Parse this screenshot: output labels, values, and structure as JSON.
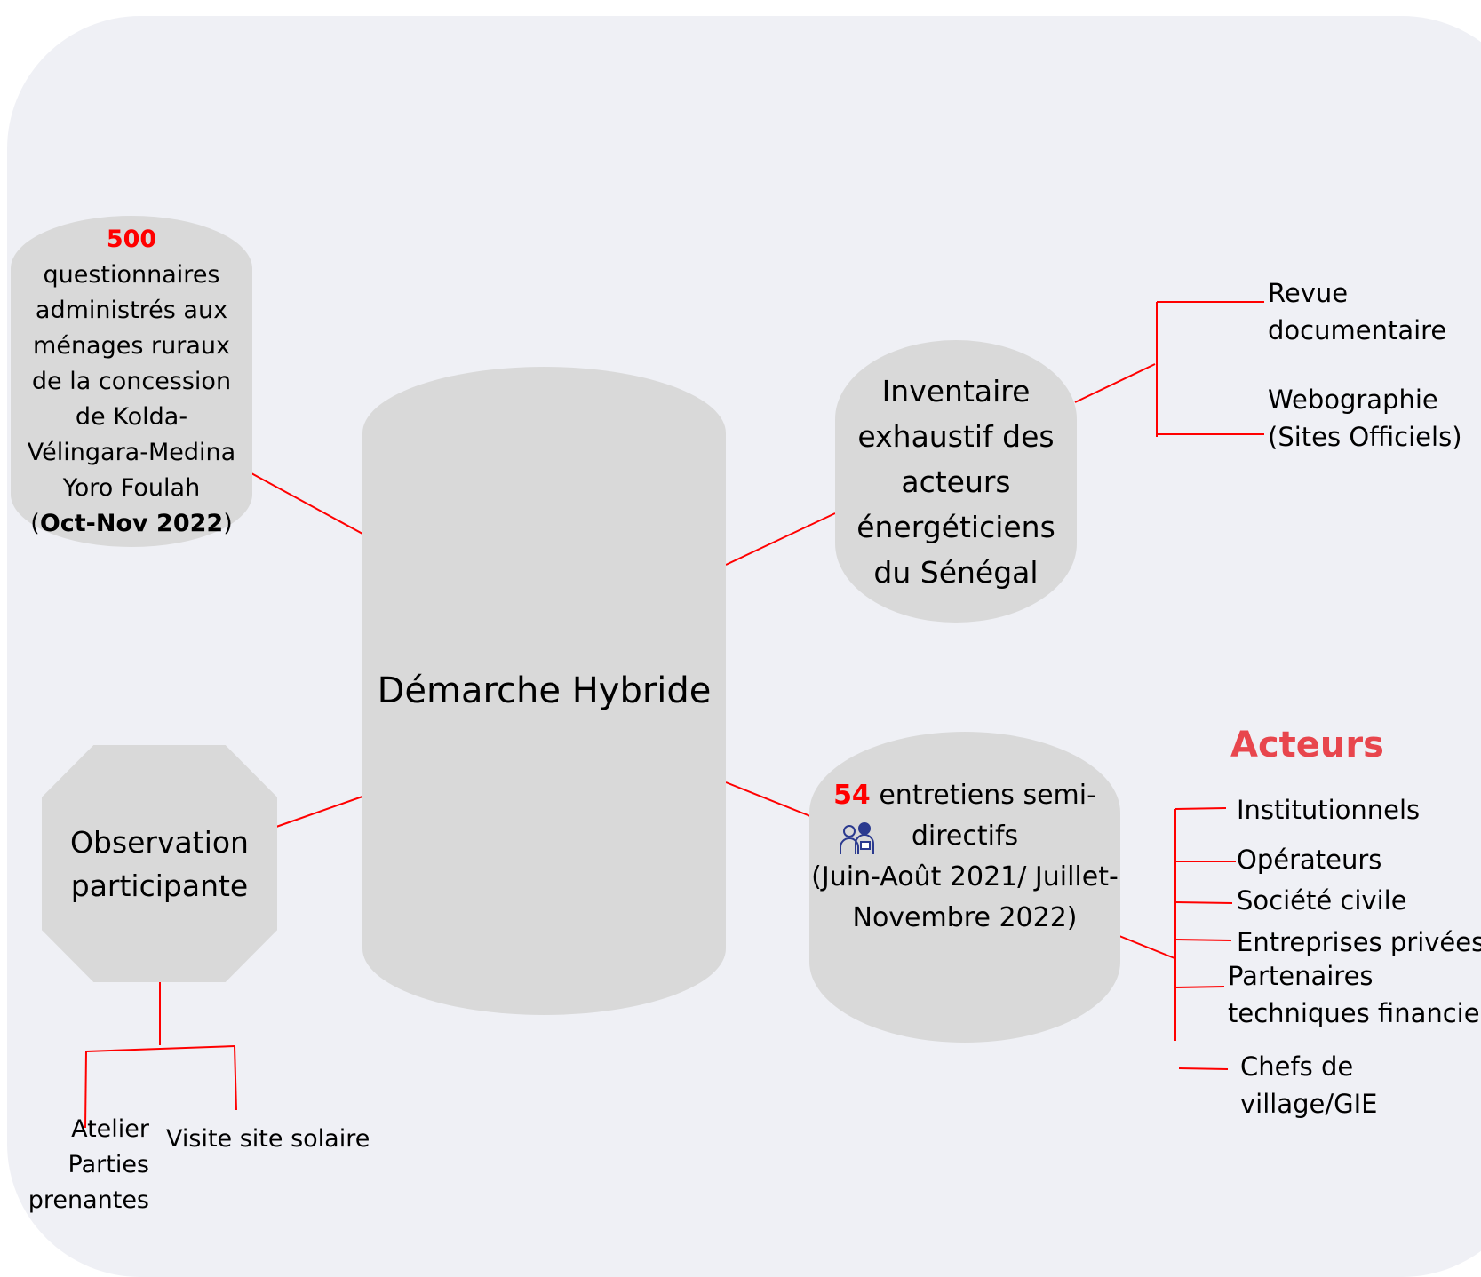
{
  "center": {
    "label": "Démarche Hybride"
  },
  "questionnaires": {
    "count": "500",
    "line1": "questionnaires",
    "line2": "administrés  aux",
    "line3": "ménages ruraux",
    "line4": "de la concession",
    "line5": "de Kolda-",
    "line6": "Vélingara-Medina",
    "line7": "Yoro Foulah",
    "period_open": "(",
    "period": "Oct-Nov 2022",
    "period_close": ")"
  },
  "inventaire": {
    "lines": [
      "Inventaire",
      "exhaustif des",
      "acteurs",
      "énergéticiens",
      "du Sénégal"
    ],
    "sources": [
      "Revue documentaire",
      "Webographie (Sites Officiels)"
    ],
    "sources_lines": {
      "revue1": "Revue",
      "revue2": "documentaire",
      "web1": "Webographie",
      "web2": "(Sites Officiels)"
    }
  },
  "entretiens": {
    "count": "54",
    "line1": " entretiens semi-",
    "line2": "directifs",
    "line3": "(Juin-Août 2021/ Juillet-",
    "line4": "Novembre 2022)",
    "icon": "interview-people-icon"
  },
  "acteurs": {
    "title": "Acteurs",
    "items": [
      "Institutionnels",
      "Opérateurs",
      "Société civile",
      "Entreprises privées",
      "Partenaires techniques financiers",
      "Chefs de village/GIE"
    ],
    "lines": {
      "partenaires1": "Partenaires",
      "partenaires2": "techniques financiers",
      "chefs1": "Chefs de",
      "chefs2": "village/GIE"
    }
  },
  "observation": {
    "line1": "Observation",
    "line2": "participante",
    "children": {
      "atelier1": "Atelier",
      "atelier2": "Parties",
      "atelier3": "prenantes",
      "visite": "Visite site solaire"
    }
  },
  "colors": {
    "connector": "#ff0000",
    "node_fill": "#d9d9d9",
    "background": "#eff0f5",
    "acteurs_title": "#e8464d",
    "accent_number": "#ff0000"
  }
}
